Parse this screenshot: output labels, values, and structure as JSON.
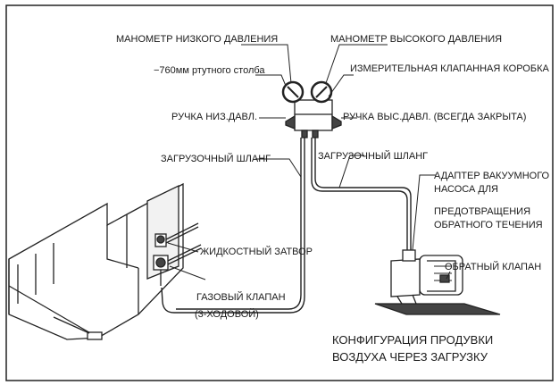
{
  "labels": {
    "low_gauge": "МАНОМЕТР НИЗКОГО ДАВЛЕНИЯ",
    "high_gauge": "МАНОМЕТР ВЫСОКОГО ДАВЛЕНИЯ",
    "vacuum_reading": "−760мм ртутного столба",
    "manifold": "ИЗМЕРИТЕЛЬНАЯ КЛАПАННАЯ КОРОБКА",
    "low_handle": "РУЧКА НИЗ.ДАВЛ.",
    "high_handle": "РУЧКА ВЫС.ДАВЛ. (ВСЕГДА ЗАКРЫТА)",
    "charge_hose_left": "ЗАГРУЗОЧНЫЙ ШЛАНГ",
    "charge_hose_right": "ЗАГРУЗОЧНЫЙ ШЛАНГ",
    "adapter_line1": "АДАПТЕР ВАКУУМНОГО",
    "adapter_line2": "НАСОСА ДЛЯ",
    "adapter_line3": "ПРЕДОТВРАЩЕНИЯ",
    "adapter_line4": "ОБРАТНОГО ТЕЧЕНИЯ",
    "check_valve": "ОБРАТНЫЙ КЛАПАН",
    "liquid_valve": "ЖИДКОСТНЫЙ ЗАТВОР",
    "gas_valve_line1": "ГАЗОВЫЙ КЛАПАН",
    "gas_valve_line2": "(3-ХОДОВОЙ)"
  },
  "caption": {
    "line1": "КОНФИГУРАЦИЯ ПРОДУВКИ",
    "line2": "ВОЗДУХА ЧЕРЕЗ ЗАГРУЗКУ"
  }
}
